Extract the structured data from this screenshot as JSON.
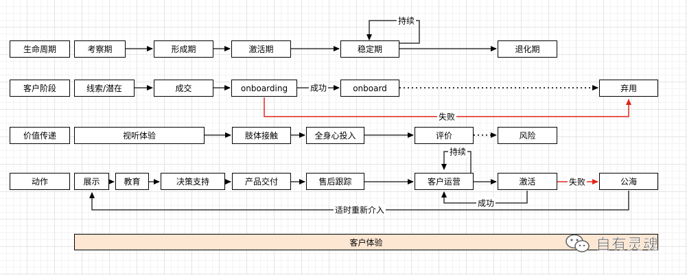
{
  "rows": {
    "lifecycle": {
      "header": "生命周期",
      "stages": [
        "考察期",
        "形成期",
        "激活期",
        "稳定期",
        "退化期"
      ],
      "loop_label": "持续"
    },
    "customer_stage": {
      "header": "客户阶段",
      "stages": [
        "线索/潜在",
        "成交",
        "onboarding",
        "onboard",
        "弃用"
      ],
      "success_label": "成功",
      "fail_label": "失败"
    },
    "value_delivery": {
      "header": "价值传递",
      "stages": [
        "视听体验",
        "肢体接触",
        "全身心投入",
        "评价",
        "风险"
      ]
    },
    "actions": {
      "header": "动作",
      "stages": [
        "展示",
        "教育",
        "决策支持",
        "产品交付",
        "售后跟踪",
        "客户运营",
        "激活",
        "公海"
      ],
      "loop_label": "持续",
      "success_label": "成功",
      "fail_label": "失败",
      "reengage_label": "适时重新介入"
    }
  },
  "customer_experience": "客户体验",
  "watermark": {
    "text": "自有灵魂",
    "icon": "wechat-icon"
  },
  "colors": {
    "fail": "#e0241b",
    "line": "#333333",
    "experience_fill": "#fde6d2"
  }
}
